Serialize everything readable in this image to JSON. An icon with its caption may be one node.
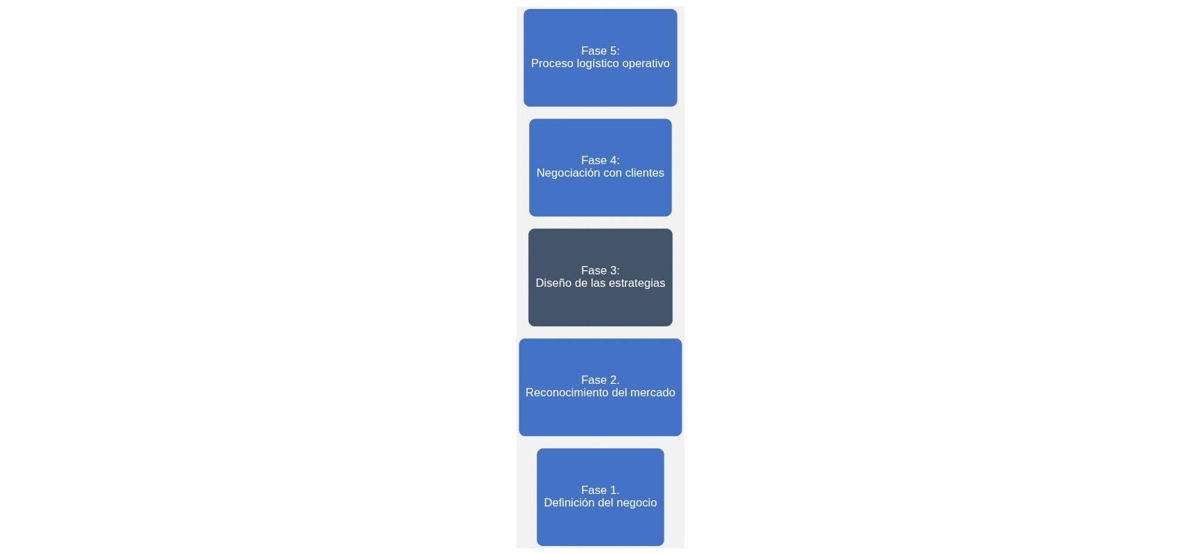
{
  "diagram": {
    "nodes": [
      {
        "text": [
          "Fase 1.",
          "Definición del negocio"
        ]
      },
      {
        "text": [
          "Fase 2.",
          "Reconocimiento del mercado"
        ]
      },
      {
        "text": [
          "Fase 3:",
          "Diseño de las estrategias"
        ]
      },
      {
        "text": [
          "Fase 4:",
          "Negociación con clientes"
        ]
      },
      {
        "text": [
          "Fase 5:",
          "Proceso logístico operativo"
        ]
      }
    ]
  }
}
